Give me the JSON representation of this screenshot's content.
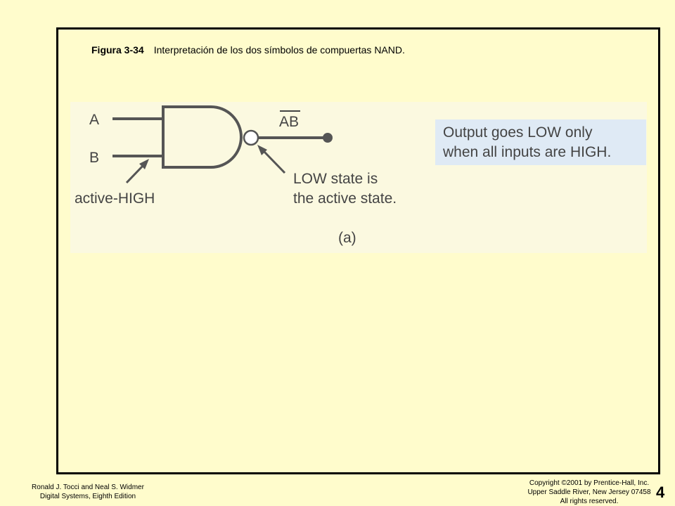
{
  "caption": {
    "number": "Figura 3-34",
    "text": "Interpretación de los dos símbolos de compuertas NAND."
  },
  "diagram": {
    "input_a": "A",
    "input_b": "B",
    "output_label": "AB",
    "input_annotation": "active-HIGH",
    "output_annotation_line1": "LOW state is",
    "output_annotation_line2": "the active state.",
    "sublabel": "(a)",
    "note": "Output goes LOW only\nwhen all inputs are HIGH."
  },
  "footer": {
    "left_line1": "Ronald J. Tocci and Neal S. Widmer",
    "left_line2": "Digital Systems, Eighth Edition",
    "right_line1": "Copyright ©2001 by Prentice-Hall, Inc.",
    "right_line2": "Upper Saddle River, New Jersey 07458",
    "right_line3": "All rights reserved.",
    "page_number": "4"
  }
}
